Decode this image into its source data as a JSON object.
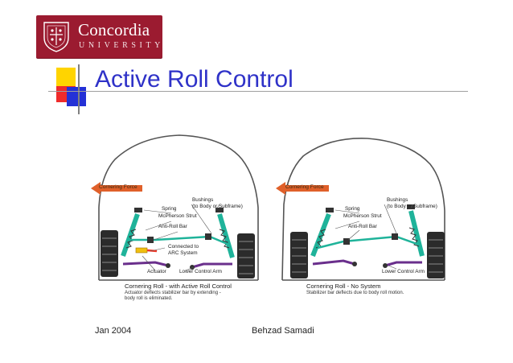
{
  "logo": {
    "name": "Concordia",
    "sub": "UNIVERSITY"
  },
  "title": "Active Roll Control",
  "footer": {
    "date": "Jan 2004",
    "author": "Behzad Samadi"
  },
  "diagrams": [
    {
      "force": "Cornering Force",
      "labels": {
        "bushings": "Bushings",
        "bushings_note": "(to Body or Subframe)",
        "spring": "Spring",
        "strut": "McPherson Strut",
        "antiroll": "Anti-Roll Bar",
        "connected1": "Connected to",
        "connected2": "ARC System",
        "actuator": "Actuator",
        "lca": "Lower Control Arm"
      },
      "caption": "Cornering Roll - with Active Roll Control",
      "note1": "Actuator deflects stabilizer bar by extending -",
      "note2": "body roll is eliminated."
    },
    {
      "force": "Cornering Force",
      "labels": {
        "bushings": "Bushings",
        "bushings_note": "(to Body or Subframe)",
        "spring": "Spring",
        "strut": "McPherson Strut",
        "antiroll": "Anti-Roll Bar",
        "lca": "Lower Control Arm"
      },
      "caption": "Cornering Roll - No System",
      "note1": "Stabilizer bar deflects due to body roll motion."
    }
  ],
  "colors": {
    "title": "#2f32c8",
    "logo_bg": "#9b1b30",
    "strut": "#1fb39a",
    "arm": "#6a2f8c",
    "actuator": "#f0c010",
    "force_arrow": "#e0602a"
  }
}
